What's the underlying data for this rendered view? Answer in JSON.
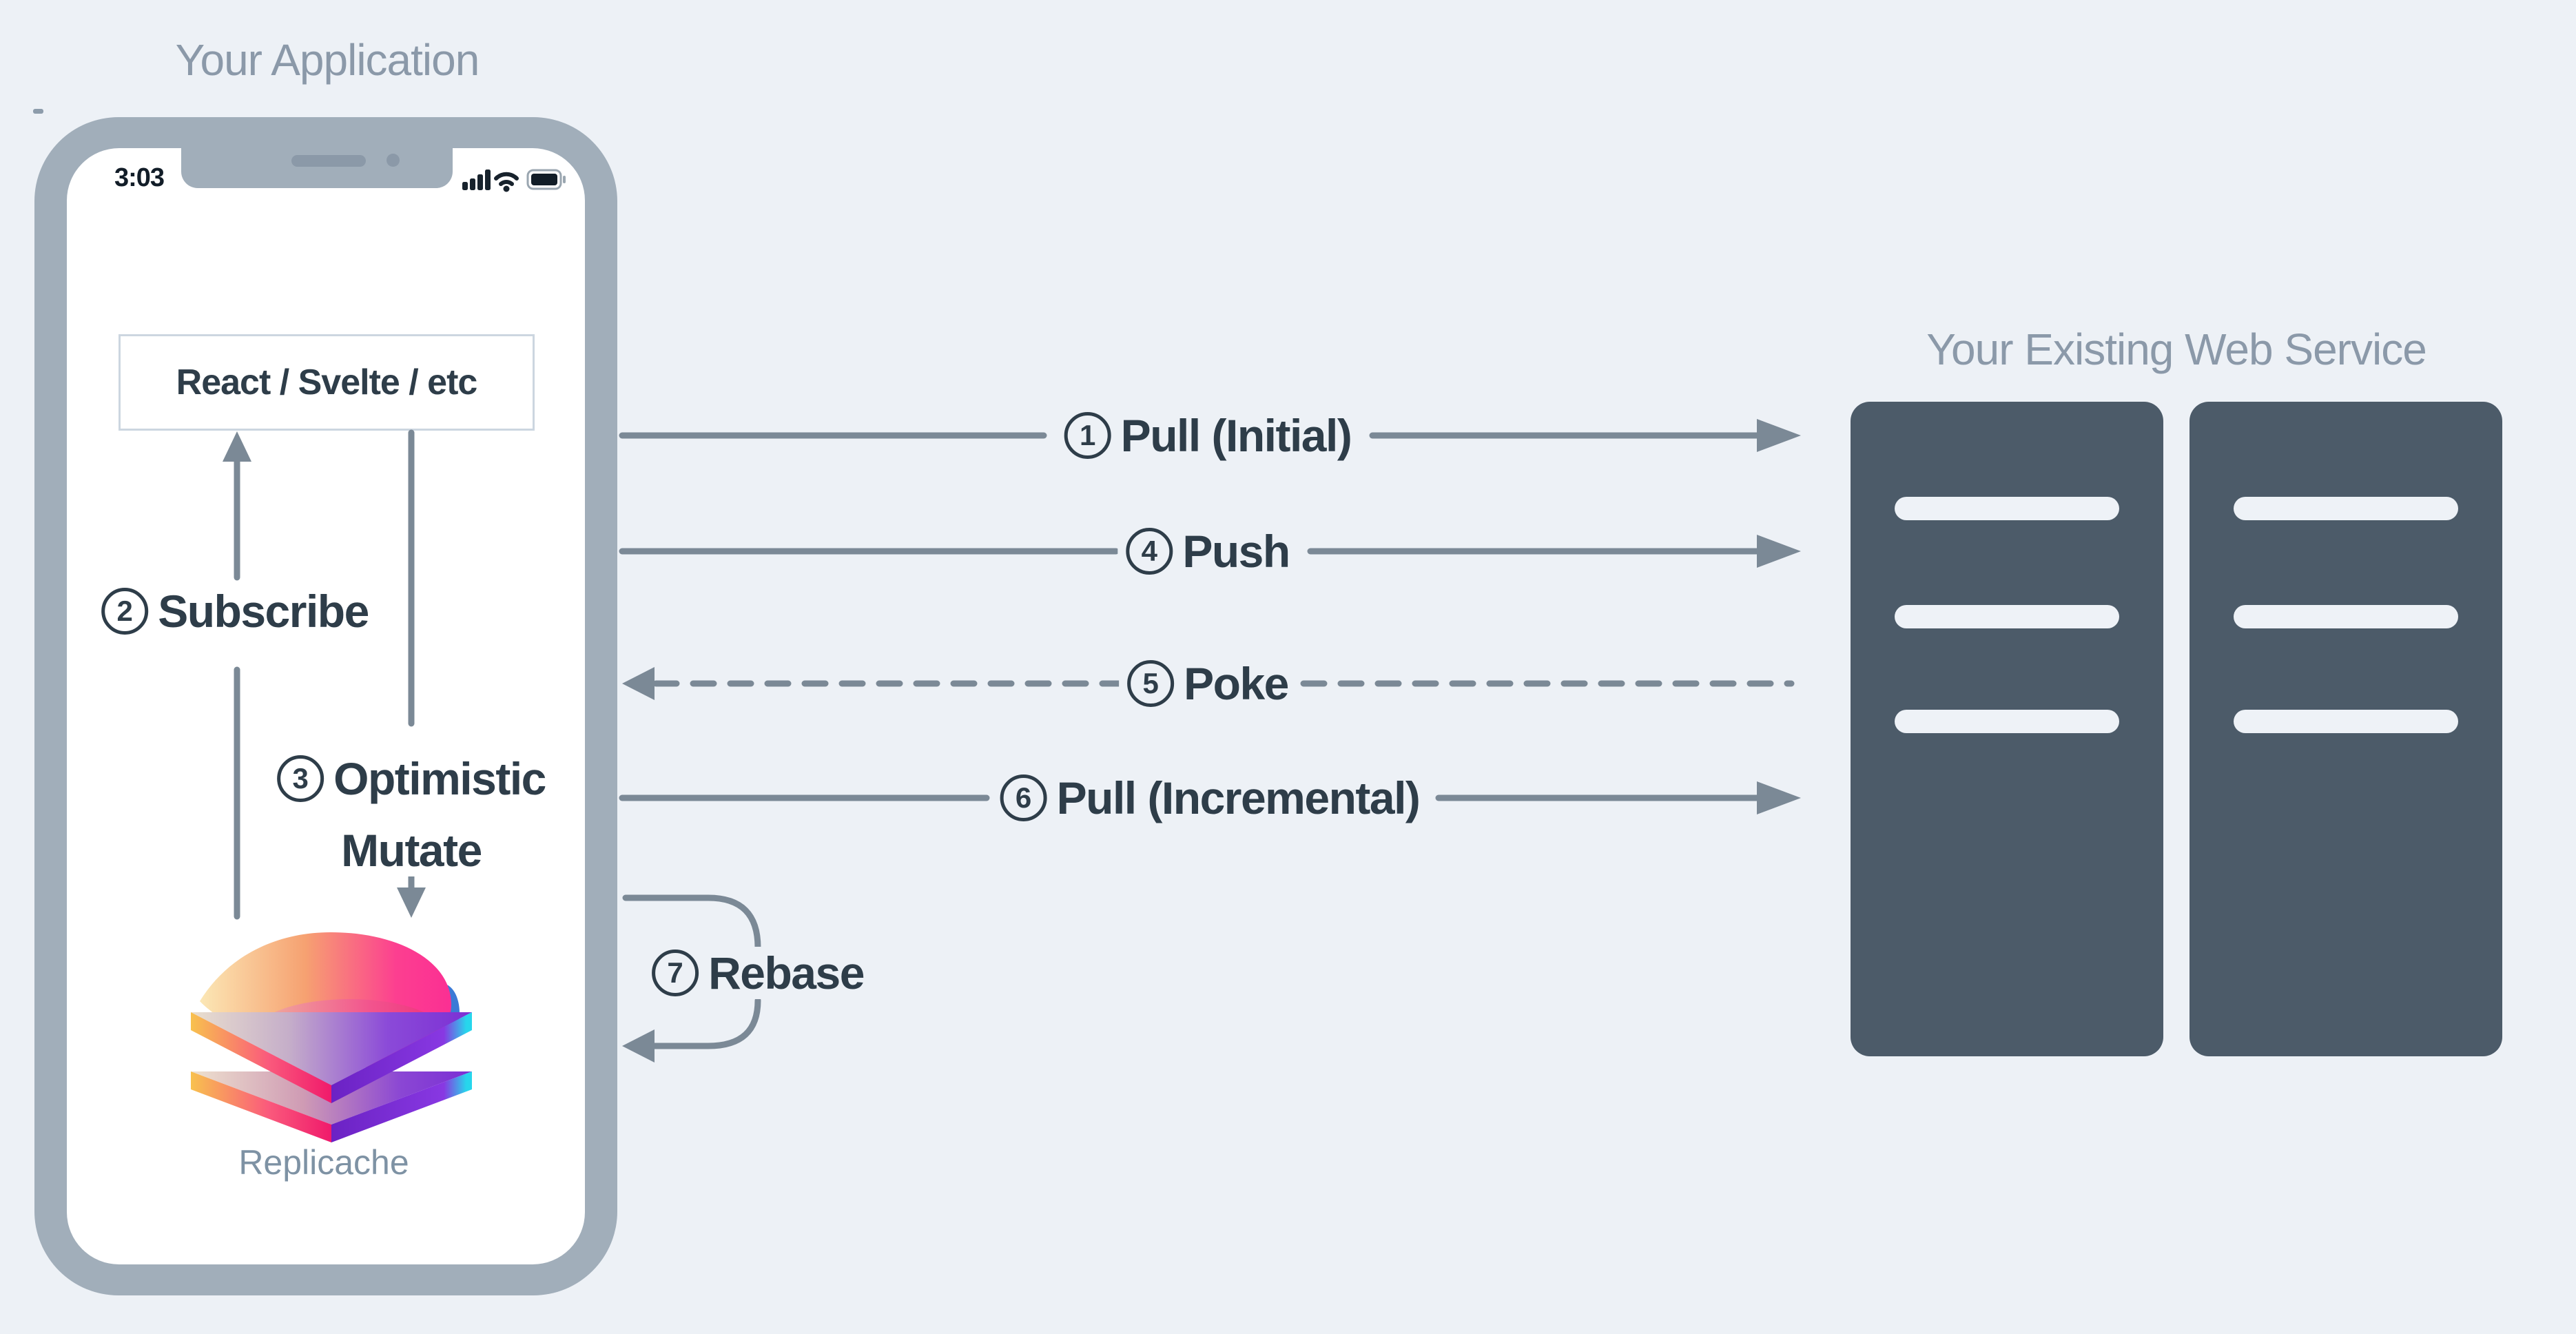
{
  "page": {
    "background": "#edf1f6",
    "colors": {
      "bezel": "#a1aeba",
      "screen": "#ffffff",
      "server_fill": "#4c5b69",
      "wire_gray": "#7b8996",
      "label_dark": "#2e3d49",
      "title_gray": "#8b99a9",
      "logo_label_gray": "#7e92a4",
      "logo_pink": "#fb2f93",
      "logo_orange": "#f6a171",
      "logo_purple": "#7b2fd4",
      "logo_cyan": "#27d6ec"
    }
  },
  "left_panel": {
    "title": "Your Application",
    "phone": {
      "status_time": "3:03",
      "status_icons": [
        "signal-bars-icon",
        "wifi-icon",
        "battery-icon"
      ],
      "ui_box_label": "React / Svelte / etc",
      "logo_label": "Replicache"
    }
  },
  "right_panel": {
    "title": "Your Existing Web Service",
    "servers": [
      {
        "name": "server-rack-left",
        "slots": 3
      },
      {
        "name": "server-rack-right",
        "slots": 3
      }
    ]
  },
  "flows": [
    {
      "num": "1",
      "label": "Pull (Initial)",
      "direction": "phone-to-server",
      "style": "solid"
    },
    {
      "num": "2",
      "label": "Subscribe",
      "direction": "replicache-to-ui",
      "style": "solid"
    },
    {
      "num": "3",
      "label": "Optimistic",
      "label2": "Mutate",
      "direction": "ui-to-replicache",
      "style": "solid"
    },
    {
      "num": "4",
      "label": "Push",
      "direction": "phone-to-server",
      "style": "solid"
    },
    {
      "num": "5",
      "label": "Poke",
      "direction": "server-to-phone",
      "style": "dashed"
    },
    {
      "num": "6",
      "label": "Pull (Incremental)",
      "direction": "phone-to-server",
      "style": "solid"
    },
    {
      "num": "7",
      "label": "Rebase",
      "direction": "loop-back-to-phone",
      "style": "solid"
    }
  ]
}
